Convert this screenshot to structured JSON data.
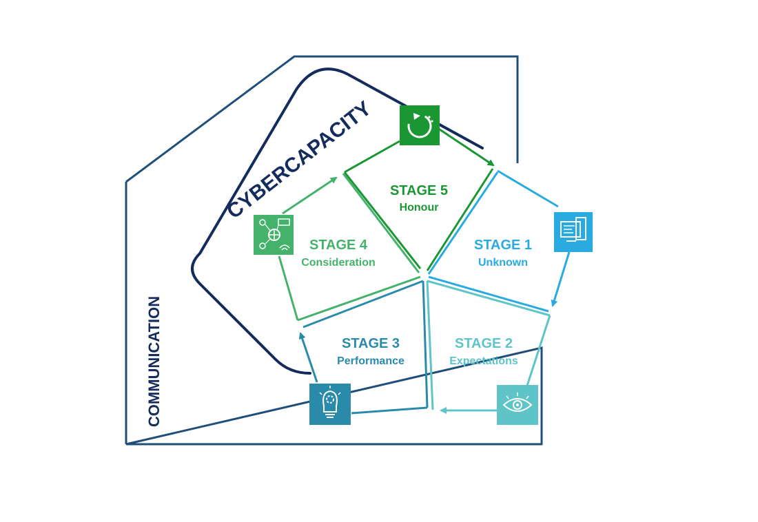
{
  "labels": {
    "outer": "COMMUNICATION",
    "inner": "CYBERCAPACITY"
  },
  "stages": [
    {
      "id": "stage1",
      "title": "STAGE 1",
      "subtitle": "Unknown",
      "color": "#29abe2",
      "icon": "computer-screen-icon"
    },
    {
      "id": "stage2",
      "title": "STAGE 2",
      "subtitle": "Expectations",
      "color": "#5ec4c8",
      "icon": "eye-icon"
    },
    {
      "id": "stage3",
      "title": "STAGE 3",
      "subtitle": "Performance",
      "color": "#2a8aaa",
      "icon": "lightbulb-gear-icon"
    },
    {
      "id": "stage4",
      "title": "STAGE 4",
      "subtitle": "Consideration",
      "color": "#45b26b",
      "icon": "network-people-icon"
    },
    {
      "id": "stage5",
      "title": "STAGE 5",
      "subtitle": "Honour",
      "color": "#1a9632",
      "icon": "refresh-cycle-icon"
    }
  ],
  "colors": {
    "outer_border": "#1f4e79",
    "inner_border": "#142c5c",
    "outer_text": "#142c5c",
    "inner_text": "#142c5c"
  }
}
